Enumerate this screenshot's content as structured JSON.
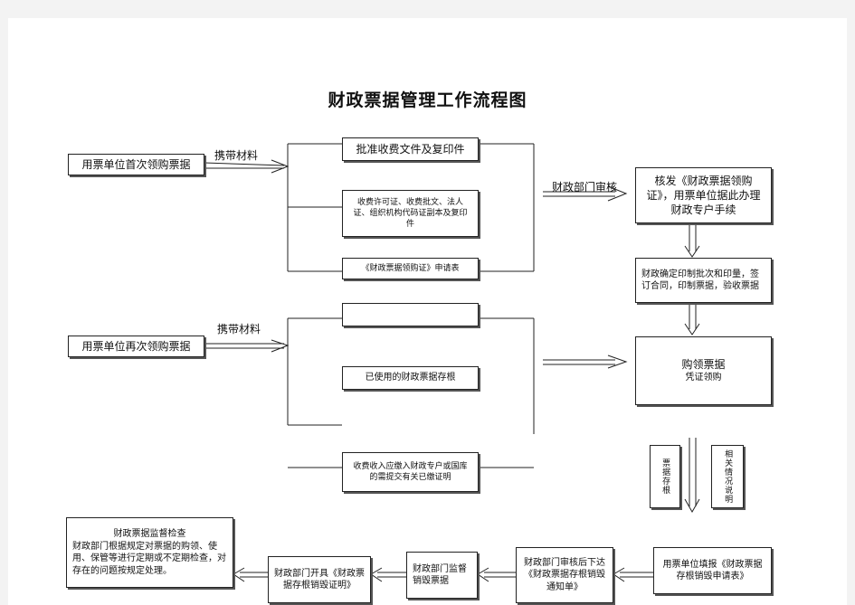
{
  "title": "财政票据管理工作流程图",
  "first_section": {
    "source": "用票单位首次领购票据",
    "carry_label": "携带材料",
    "materials": [
      "批准收费文件及复印件",
      "收费许可证、收费批文、法人证、组织机构代码证副本及复印件",
      "《财政票据领购证》申请表"
    ]
  },
  "second_section": {
    "source": "用票单位再次领购票据",
    "carry_label": "携带材料",
    "materials": [
      "",
      "已使用的财政票据存根",
      "收费收入应缴入财政专户或国库的需提交有关已缴证明"
    ]
  },
  "review_label": "财政部门审核",
  "right_column": {
    "issue": "核发《财政票据领购证》，用票单位据此办理财政专户手续",
    "print": "财政确定印制批次和印量，签订合同，印制票据，验收票据",
    "purchase_title": "购领票据",
    "purchase_sub": "凭证领购"
  },
  "vertical_boxes": {
    "left": "票据存根",
    "right": "相关情况说明"
  },
  "bottom_row": {
    "apply": "用票单位填报《财政票据存根销毁申请表》",
    "notice": "财政部门审核后下达《财政票据存根销毁通知单》",
    "supervise": "财政部门监督销毁票据",
    "certificate": "财政部门开具《财政票据存根销毁证明》",
    "inspection_title": "财政票据监督检查",
    "inspection_body": "财政部门根据规定对票据的购领、使用、保管等进行定期或不定期检查，对存在的问题按规定处理。"
  }
}
